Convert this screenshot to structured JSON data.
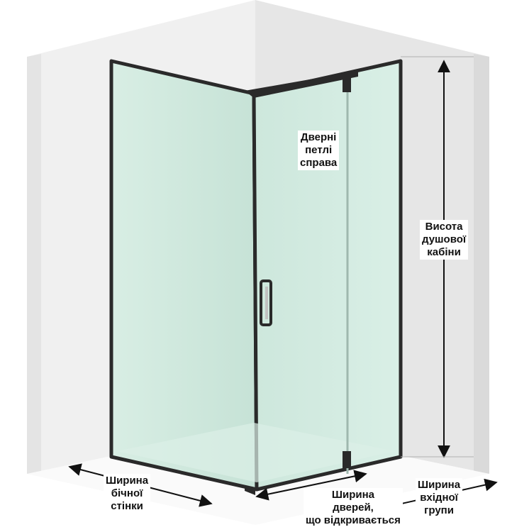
{
  "labels": {
    "hinges": [
      "Дверні",
      "петлі",
      "справа"
    ],
    "height": [
      "Висота",
      "душової",
      "кабіни"
    ],
    "side_width": [
      "Ширина",
      "бічної",
      "стінки"
    ],
    "door_width": [
      "Ширина",
      "дверей,",
      "що відкривається"
    ],
    "entry_width": [
      "Ширина",
      "вхідної",
      "групи"
    ]
  },
  "colors": {
    "wall": "#f0f0f0",
    "wall_shadow": "#e2e2e2",
    "glass": "#cfe8dd",
    "frame": "#2a2a2a",
    "arrow": "#111111"
  }
}
